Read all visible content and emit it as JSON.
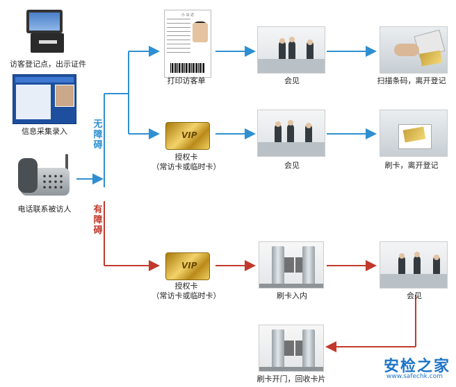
{
  "diagram": {
    "colors": {
      "no_barrier": "#2f8fd0",
      "barrier": "#c0392b",
      "gate_return": "#c0392b"
    },
    "start": {
      "register": "访客登记点，出示证件",
      "collect": "信息采集录入",
      "phone": "电话联系被访人"
    },
    "branches": {
      "no_barrier": "无障碍",
      "barrier": "有障碍"
    },
    "row1": {
      "step1": "打印访客单",
      "step2": "会见",
      "step3": "扫描条码，离开登记"
    },
    "row2": {
      "step1_line1": "授权卡",
      "step1_line2": "（常访卡或临时卡）",
      "step2": "会见",
      "step3": "刷卡，离开登记"
    },
    "row3": {
      "step1_line1": "授权卡",
      "step1_line2": "（常访卡或临时卡）",
      "step2": "刷卡入内",
      "step3": "会见"
    },
    "row4": {
      "step1": "刷卡开门，回收卡片"
    },
    "card_text": "VIP",
    "ticket_header": "小 马 达",
    "icons": [
      "kiosk-icon",
      "software-screen-icon",
      "telephone-icon",
      "ticket-icon",
      "meeting-photo",
      "vip-card-icon",
      "barcode-scanner-photo",
      "card-reader-photo",
      "turnstile-gate-photo"
    ]
  },
  "watermark": {
    "logo": "安检之家",
    "url": "www.safechk.com"
  }
}
